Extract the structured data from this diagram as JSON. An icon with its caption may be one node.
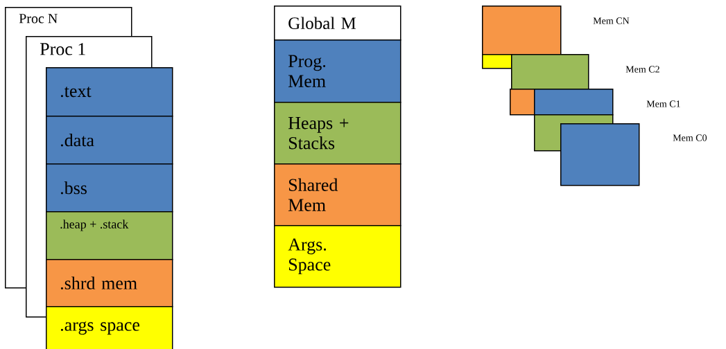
{
  "diagram": {
    "nodes": [
      {
        "text": [
          "Proc N"
        ]
      },
      {
        "text": [
          "Proc 1"
        ]
      },
      {
        "text": [
          ".text"
        ]
      },
      {
        "text": [
          ".data"
        ]
      },
      {
        "text": [
          ".bss"
        ]
      },
      {
        "text": [
          ".heap + .stack"
        ]
      },
      {
        "text": [
          ".shrd mem"
        ]
      },
      {
        "text": [
          ".args space"
        ]
      },
      {
        "text": [
          "Global M"
        ]
      },
      {
        "text": [
          "Prog. Mem"
        ]
      },
      {
        "text": [
          "Heaps + Stacks"
        ]
      },
      {
        "text": [
          "Shared Mem"
        ]
      },
      {
        "text": [
          "Args. Space"
        ]
      },
      {
        "text": [],
        "shape": "box"
      },
      {
        "text": [],
        "shape": "box"
      },
      {
        "text": [],
        "shape": "box"
      },
      {
        "text": [],
        "shape": "box"
      },
      {
        "text": [],
        "shape": "box"
      },
      {
        "text": [],
        "shape": "box"
      },
      {
        "text": [],
        "shape": "box"
      }
    ],
    "labels": [
      "Mem CN",
      "Mem C2",
      "Mem C1",
      "Mem C0"
    ]
  }
}
